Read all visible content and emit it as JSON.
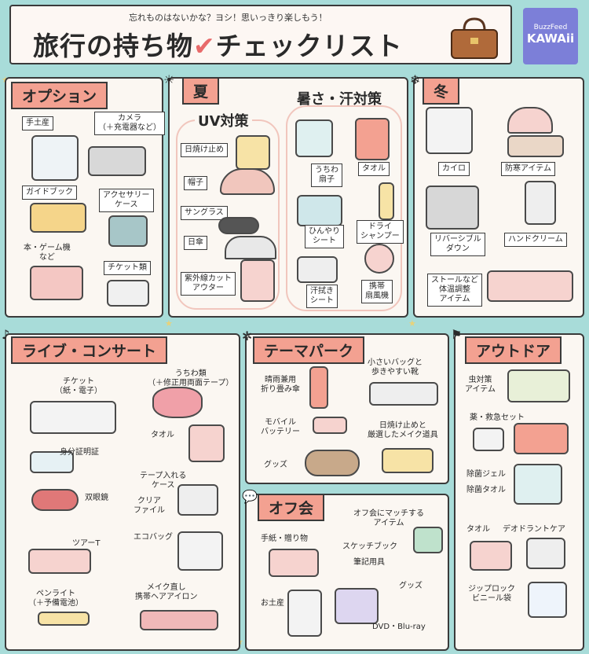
{
  "header": {
    "subtitle": "忘れものはないかな？ヨシ！思いっきり楽しもう！",
    "title": "旅行の持ち物",
    "check": "✔",
    "title2": "チェックリスト",
    "logo_top": "BuzzFeed",
    "logo_bottom": "KAWAii"
  },
  "sections": {
    "option": {
      "title": "オプション",
      "items": [
        "手土産",
        "カメラ\n（＋充電器など）",
        "ガイドブック",
        "アクセサリー\nケース",
        "本・ゲーム機\nなど",
        "チケット類"
      ]
    },
    "summer": {
      "title": "夏",
      "uv_title": "UV対策",
      "sweat_title": "暑さ・汗対策",
      "uv_items": [
        "日焼け止め",
        "帽子",
        "サングラス",
        "日傘",
        "紫外線カット\nアウター"
      ],
      "sweat_items": [
        "うちわ\n扇子",
        "タオル",
        "ひんやり\nシート",
        "ドライ\nシャンプー",
        "汗拭き\nシート",
        "携帯\n扇風機"
      ]
    },
    "winter": {
      "title": "冬",
      "items": [
        "カイロ",
        "防寒アイテム",
        "リバーシブル\nダウン",
        "ハンドクリーム",
        "ストールなど\n体温調整\nアイテム"
      ]
    },
    "live": {
      "title": "ライブ・コンサート",
      "items": [
        "チケット\n（紙・電子）",
        "うちわ類\n（＋修正用両面テープ）",
        "タオル",
        "身分証明証",
        "テープ入れる\nケース",
        "クリア\nファイル",
        "双眼鏡",
        "ツアーT",
        "エコバッグ",
        "ペンライト\n（＋予備電池）",
        "メイク直し\n携帯ヘアアイロン"
      ]
    },
    "theme": {
      "title": "テーマパーク",
      "items": [
        "晴雨兼用\n折り畳み傘",
        "小さいバッグと\n歩きやすい靴",
        "モバイル\nバッテリー",
        "日焼け止めと\n厳選したメイク道具",
        "グッズ"
      ]
    },
    "outdoor": {
      "title": "アウトドア",
      "items": [
        "虫対策\nアイテム",
        "薬・救急セット",
        "除菌ジェル",
        "除菌タオル",
        "タオル",
        "デオドラントケア",
        "ジップロック\nビニール袋"
      ]
    },
    "offkai": {
      "title": "オフ会",
      "items": [
        "オフ会にマッチする\nアイテム",
        "手紙・贈り物",
        "スケッチブック",
        "筆記用具",
        "グッズ",
        "お土産",
        "DVD・Blu-ray"
      ]
    }
  },
  "colors": {
    "background": "#a8dcd9",
    "accent": "#f3a191",
    "panel": "#fbf7f2"
  }
}
